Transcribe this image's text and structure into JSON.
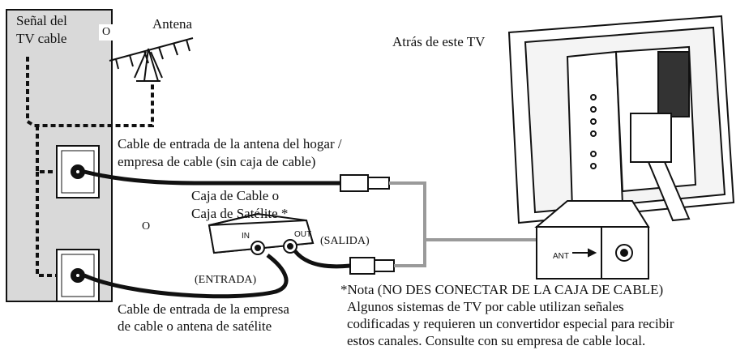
{
  "labels": {
    "cable_signal": [
      "Señal del",
      "TV cable"
    ],
    "or_top": "O",
    "antenna": "Antena",
    "behind_tv": "Atrás de este TV",
    "home_antenna_cable": [
      "Cable de entrada de la antena del hogar /",
      "empresa de cable (sin caja de cable)"
    ],
    "box_title": [
      "Caja de Cable o",
      "Caja de Satélite *"
    ],
    "or_mid": "O",
    "in_tag": "IN",
    "out_tag": "OUT",
    "salida": "(SALIDA)",
    "entrada": "(ENTRADA)",
    "ant_tag": "ANT",
    "company_cable": [
      "Cable de entrada de la empresa",
      "de cable o antena de satélite"
    ],
    "note": [
      "*Nota (NO DES CONECTAR DE LA CAJA DE CABLE)",
      "Algunos sistemas de TV por cable utilizan señales",
      "codificadas y requieren un convertidor especial para recibir",
      "estos canales. Consulte con su empresa de cable local."
    ]
  },
  "colors": {
    "wall": "#d9d9d9",
    "line": "#111111",
    "gray_cable": "#8c8c8c",
    "arrow": "#9a9a9a"
  }
}
